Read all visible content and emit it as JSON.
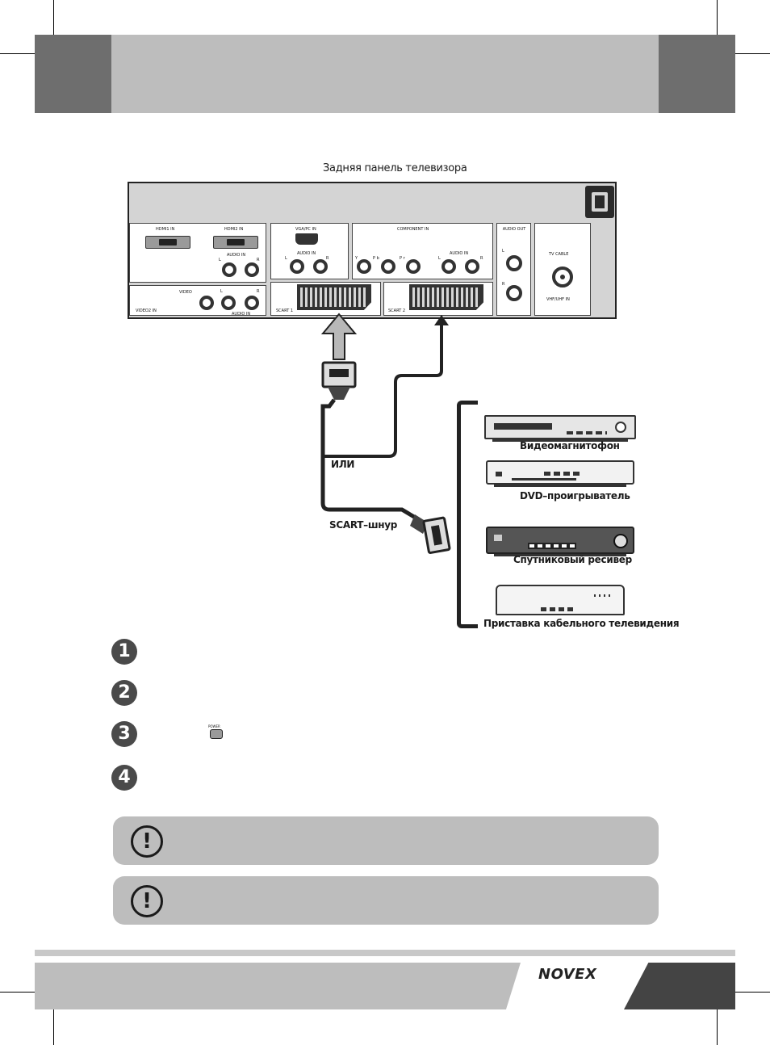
{
  "panel": {
    "title": "Задняя панель телевизора",
    "hdmi1": "HDMI1 IN",
    "hdmi2": "HDMI2 IN",
    "audio_in_hdmi": "AUDIO IN",
    "l": "L",
    "r": "R",
    "vga": "VGA/PC IN",
    "audio_in_vga": "AUDIO IN",
    "component": "COMPONENT IN",
    "y": "Y",
    "pb": "P b",
    "pr": "P r",
    "audio_in_comp": "AUDIO IN",
    "audio_out": "AUDIO OUT",
    "tv_cable": "TV CABLE",
    "vhf_uhf": "VHF/UHF IN",
    "video": "VIDEO",
    "video2": "VIDEO2 IN",
    "audio_in_video": "AUDIO IN",
    "scart1": "SCART 1",
    "scart2": "SCART 2"
  },
  "diagram": {
    "or_label": "ИЛИ",
    "scart_cable": "SCART–шнур"
  },
  "devices": [
    {
      "label": "Видеомагнитофон"
    },
    {
      "label": "DVD–проигрыватель"
    },
    {
      "label": "Спутниковый ресивер"
    },
    {
      "label": "Приставка кабельного телевидения"
    }
  ],
  "steps": [
    "1",
    "2",
    "3",
    "4"
  ],
  "power_label": "POWER",
  "notes": [
    "!",
    "!"
  ],
  "brand": "NOVEX",
  "colors": {
    "header_dark": "#6e6e6e",
    "header_light": "#bdbdbd",
    "panel_grey": "#d4d4d4",
    "accent_dark": "#444444"
  }
}
